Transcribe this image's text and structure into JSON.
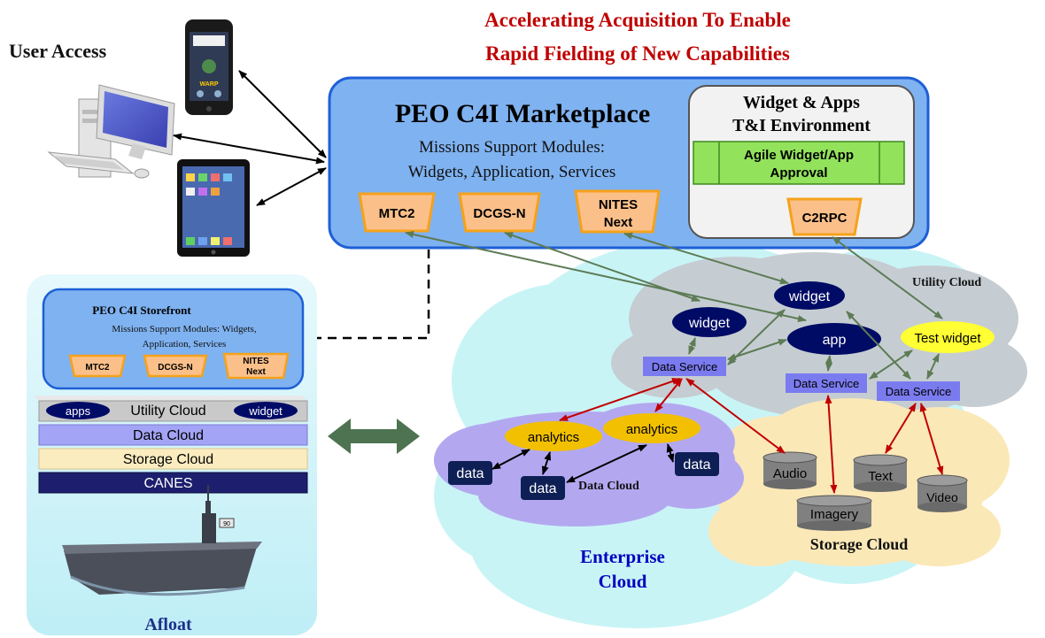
{
  "title": {
    "line1": "Accelerating Acquisition To Enable",
    "line2": "Rapid Fielding of New Capabilities"
  },
  "user_access": {
    "label": "User Access"
  },
  "marketplace": {
    "title": "PEO C4I Marketplace",
    "subtitle_line1": "Missions Support Modules:",
    "subtitle_line2": "Widgets, Application, Services",
    "modules": [
      "MTC2",
      "DCGS-N",
      "NITES\nNext"
    ]
  },
  "widget_env": {
    "title_line1": "Widget  & Apps",
    "title_line2": "T&I Environment",
    "approval_line1": "Agile  Widget/App",
    "approval_line2": "Approval",
    "module": "C2RPC"
  },
  "storefront": {
    "title": "PEO C4I Storefront",
    "subtitle_line1": "Missions  Support Modules:  Widgets,",
    "subtitle_line2": "Application,  Services",
    "modules": [
      "MTC2",
      "DCGS-N",
      "NITES\nNext"
    ]
  },
  "afloat_stack": {
    "utility": "Utility Cloud",
    "utility_left": "apps",
    "utility_right": "widget",
    "data": "Data Cloud",
    "storage": "Storage Cloud",
    "canes": "CANES"
  },
  "afloat_label": "Afloat",
  "ship_flag": "90",
  "phone_brand": "WARP",
  "utility_cloud": {
    "label": "Utility Cloud",
    "widget_upper": "widget",
    "widget_left": "widget",
    "app": "app",
    "test_widget": "Test widget",
    "ds1": "Data Service",
    "ds2": "Data Service",
    "ds3": "Data Service"
  },
  "data_cloud": {
    "label": "Data Cloud",
    "analytics1": "analytics",
    "analytics2": "analytics",
    "data1": "data",
    "data2": "data",
    "data3": "data"
  },
  "storage_cloud": {
    "label": "Storage Cloud",
    "audio": "Audio",
    "text": "Text",
    "imagery": "Imagery",
    "video": "Video"
  },
  "enterprise": {
    "line1": "Enterprise",
    "line2": "Cloud"
  },
  "colors": {
    "title_red": "#c00000",
    "marketplace_fill": "#7fb2f0",
    "module_fill": "#fbc08a",
    "module_stroke": "#f5a21b",
    "approval_green": "#92e25c",
    "storefront_panel": "#c6f0f7",
    "utility_gray": "#c5cdd2",
    "data_cloud": "#b3a8f0",
    "storage_cloud": "#fbe8b7",
    "enterprise_cloud": "#c9f4f6",
    "oval_navy": "#000b66",
    "analytics_yellow": "#f2c000",
    "test_widget_yellow": "#ffff33",
    "data_service": "#7b7bf0",
    "arrow_green": "#5d7b55",
    "arrow_red": "#c00000",
    "enterprise_text": "#0000c0"
  }
}
